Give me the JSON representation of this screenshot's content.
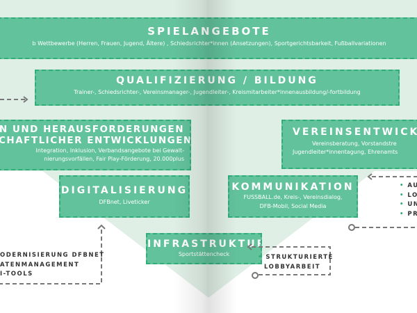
{
  "boxes": {
    "spielangebote": {
      "title": "SPIELANGEBOTE",
      "sub": "b Wettbewerbe (Herren, Frauen, Jugend, Ältere) , Schiedsrichter*innen (Ansetzungen), Sportgerichtsbarkeit, Fußballvariationen"
    },
    "qualifizierung": {
      "title": "QUALIFIZIERUNG / BILDUNG",
      "sub": "Trainer-, Schiedsrichter-, Vereinsmanager-, Jugendleiter-, Kreismitarbeiter*innenausbildung/-fortbildung"
    },
    "herausforderungen": {
      "title1": "N UND HERAUSFORDERUNGEN",
      "title2": "CHAFTLICHER ENTWICKLUNGEN",
      "sub1": "Integration, Inklusion, Verbandsangebote bei Gewalt-",
      "sub2": "nierungsvorfällen, Fair Play-Förderung, 20.000plus"
    },
    "vereinsentwicklung": {
      "title": "VEREINSENTWICKL",
      "sub1": "Vereinsberatung, Vorstandstre",
      "sub2": "Jugendleiter*innentagung, Ehrenamts"
    },
    "digitalisierung": {
      "title": "DIGITALISIERUNG",
      "sub": "DFBnet, Liveticker"
    },
    "kommunikation": {
      "title": "KOMMUNIKATION",
      "sub1": "FUSSBALL.de, Kreis-, Vereinsdialog,",
      "sub2": "DFB-Mobil, Social Media"
    },
    "infrastruktur": {
      "title": "INFRASTRUKTUR",
      "sub": "Sportstättencheck"
    }
  },
  "notes": {
    "left": [
      "ODERNISIERUNG DFBNET",
      "ATENMANAGEMENT",
      "I-TOOLS"
    ],
    "lobby": [
      "STRUKTURIERTE",
      "LOBBYARBEIT"
    ],
    "right": [
      "AU",
      "LO",
      "UN",
      "PR"
    ]
  },
  "colors": {
    "box": "#62c29c",
    "border": "#2fae78",
    "background": "#e0efe6"
  }
}
